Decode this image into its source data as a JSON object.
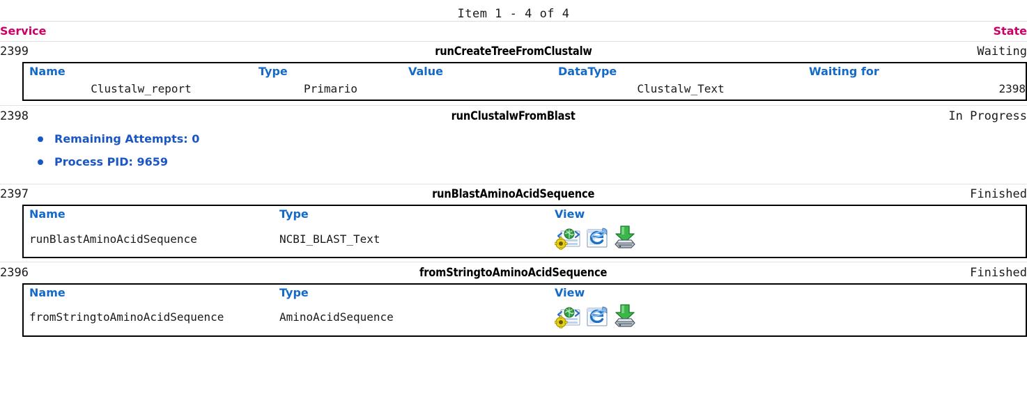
{
  "header": {
    "item_count": "Item 1 - 4 of 4",
    "col_service": "Service",
    "col_state": "State",
    "accent_header": "#cc0066",
    "accent_subheader": "#1569c7",
    "accent_info": "#1a56c4"
  },
  "services": [
    {
      "id": "2399",
      "name": "runCreateTreeFromClustalw",
      "state": "Waiting",
      "detail_type": "waiting-table",
      "columns": [
        "Name",
        "Type",
        "Value",
        "DataType",
        "Waiting for"
      ],
      "rows": [
        {
          "name": "Clustalw_report",
          "type": "Primario",
          "value": "",
          "datatype": "Clustalw_Text",
          "waiting_for": "2398"
        }
      ]
    },
    {
      "id": "2398",
      "name": "runClustalwFromBlast",
      "state": "In Progress",
      "detail_type": "info-list",
      "info": [
        "Remaining Attempts: 0",
        "Process PID: 9659"
      ]
    },
    {
      "id": "2397",
      "name": "runBlastAminoAcidSequence",
      "state": "Finished",
      "detail_type": "view-table",
      "columns": [
        "Name",
        "Type",
        "View"
      ],
      "rows": [
        {
          "name": "runBlastAminoAcidSequence",
          "type": "NCBI_BLAST_Text",
          "view_icons": [
            "xml-view-icon",
            "browser-view-icon",
            "download-icon"
          ]
        }
      ]
    },
    {
      "id": "2396",
      "name": "fromStringtoAminoAcidSequence",
      "state": "Finished",
      "detail_type": "view-table",
      "columns": [
        "Name",
        "Type",
        "View"
      ],
      "rows": [
        {
          "name": "fromStringtoAminoAcidSequence",
          "type": "AminoAcidSequence",
          "view_icons": [
            "xml-view-icon",
            "browser-view-icon",
            "download-icon"
          ]
        }
      ]
    }
  ]
}
